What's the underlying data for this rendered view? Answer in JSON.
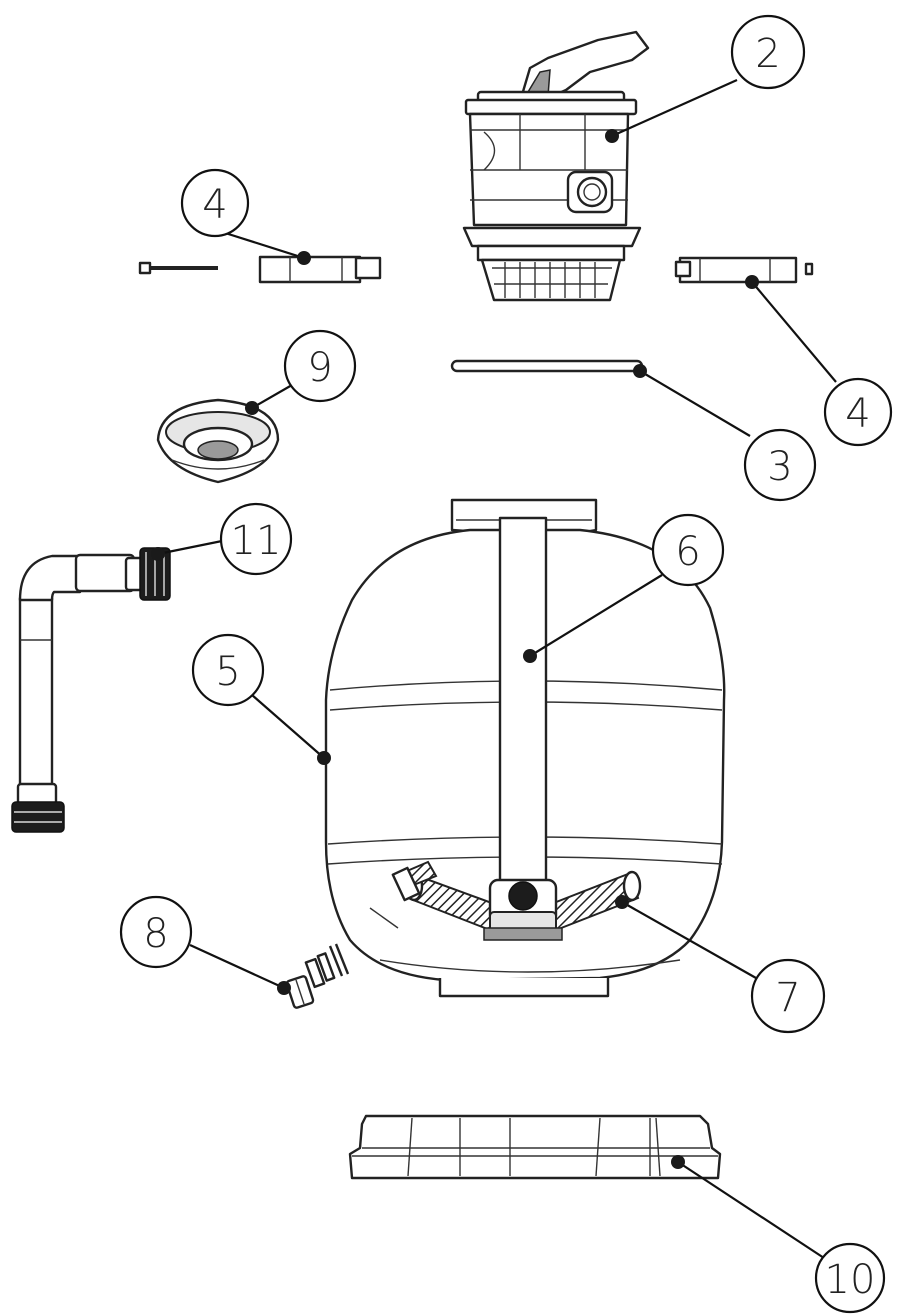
{
  "callouts": [
    {
      "id": "c2",
      "label": "2"
    },
    {
      "id": "c4a",
      "label": "4"
    },
    {
      "id": "c4b",
      "label": "4"
    },
    {
      "id": "c9",
      "label": "9"
    },
    {
      "id": "c3",
      "label": "3"
    },
    {
      "id": "c11",
      "label": "11"
    },
    {
      "id": "c6",
      "label": "6"
    },
    {
      "id": "c5",
      "label": "5"
    },
    {
      "id": "c8",
      "label": "8"
    },
    {
      "id": "c7",
      "label": "7"
    },
    {
      "id": "c10",
      "label": "10"
    }
  ]
}
